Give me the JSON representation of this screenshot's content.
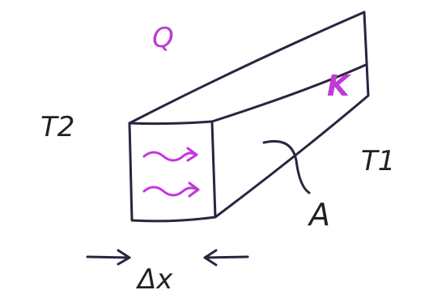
{
  "labels": {
    "heat_flow": "Q",
    "conductivity": "K",
    "temperature_hot": "T2",
    "temperature_cold": "T1",
    "area": "A",
    "thickness": "Δx"
  },
  "colors": {
    "ink": "#231f24",
    "highlight": "#c03bd6"
  }
}
